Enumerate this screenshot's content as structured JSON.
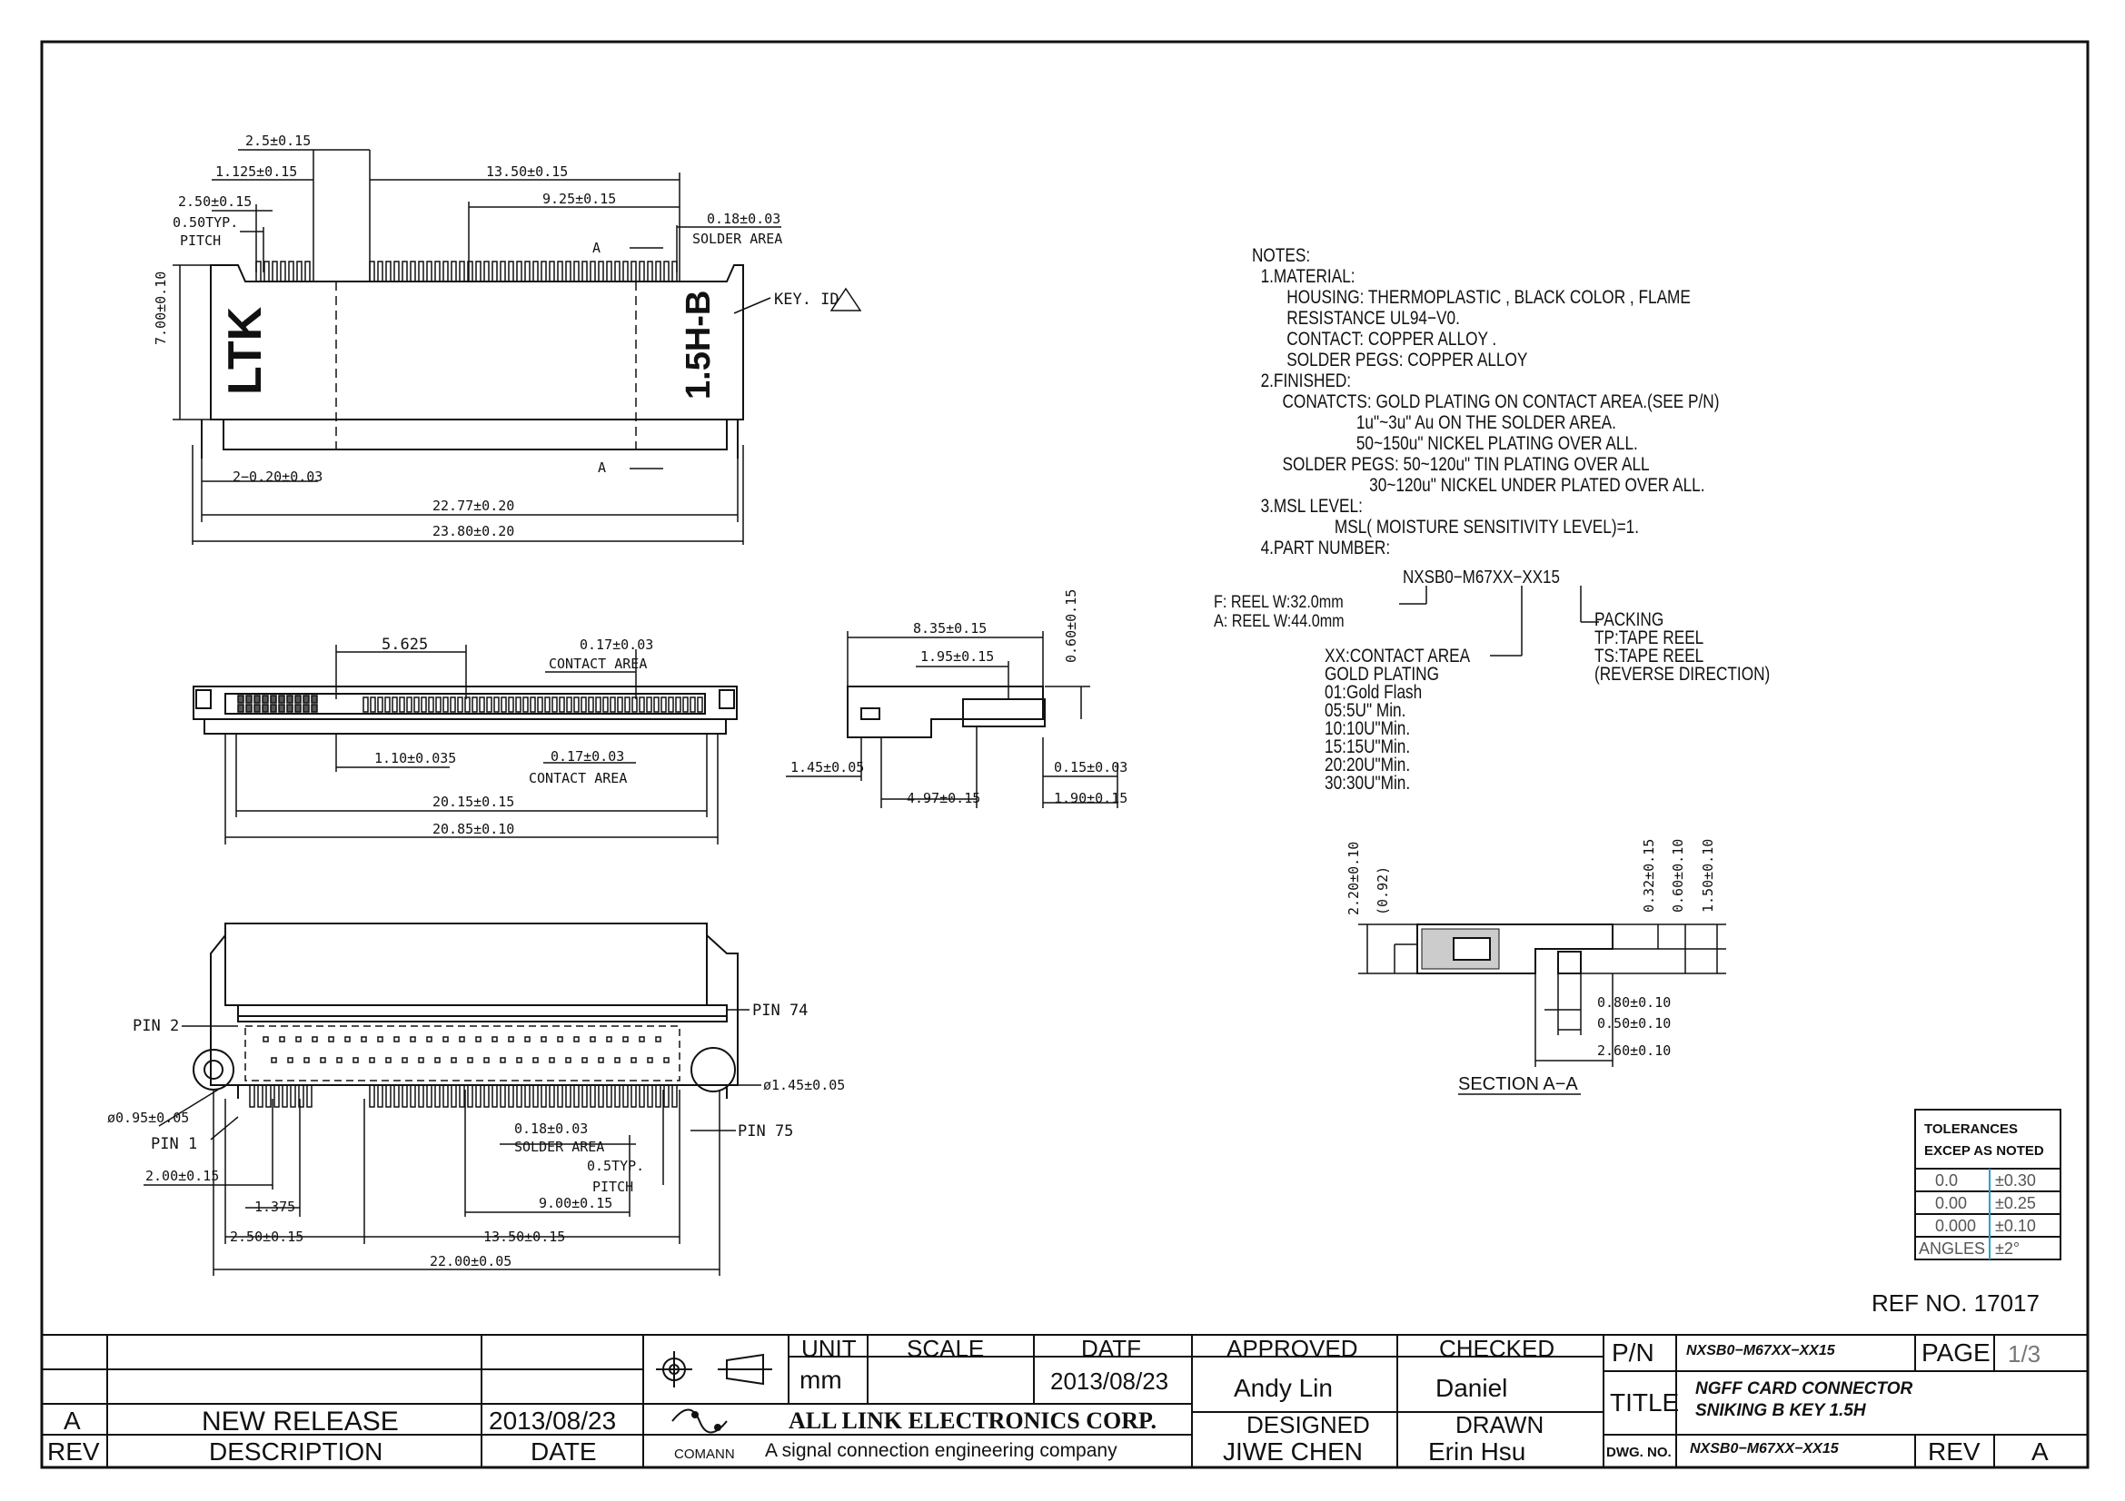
{
  "drawing": {
    "top_view": {
      "dims": [
        "2.5±0.15",
        "1.125±0.15",
        "13.50±0.15",
        "9.25±0.15",
        "2.50±0.15",
        "0.50TYP.",
        "PITCH",
        "0.18±0.03",
        "SOLDER AREA",
        "7.00±0.10",
        "2−0.20±0.03",
        "22.77±0.20",
        "23.80±0.20"
      ],
      "brand": "LTK",
      "code": "1.5H-B",
      "key_label": "KEY. ID",
      "section_marks": [
        "A",
        "A"
      ]
    },
    "side_view": {
      "dims": [
        "5.625",
        "0.17±0.03",
        "CONTACT AREA",
        "1.10±0.035",
        "0.17±0.03",
        "CONTACT AREA",
        "20.15±0.15",
        "20.85±0.10"
      ]
    },
    "end_view": {
      "dims": [
        "8.35±0.15",
        "1.95±0.15",
        "0.60±0.15",
        "1.45±0.05",
        "0.15±0.03",
        "4.97±0.15",
        "1.90±0.15"
      ]
    },
    "bottom_view": {
      "labels": [
        "PIN 2",
        "PIN 74",
        "ø1.45±0.05",
        "ø0.95±0.05",
        "PIN 1",
        "PIN 75"
      ],
      "dims": [
        "0.18±0.03",
        "SOLDER AREA",
        "0.5TYP.",
        "PITCH",
        "2.00±0.15",
        "1.375",
        "9.00±0.15",
        "2.50±0.15",
        "13.50±0.15",
        "22.00±0.05"
      ]
    },
    "section": {
      "dims": [
        "2.20±0.10",
        "(0.92)",
        "0.32±0.15",
        "0.60±0.10",
        "1.50±0.10",
        "0.80±0.10",
        "0.50±0.10",
        "2.60±0.10"
      ],
      "title": "SECTION A−A"
    }
  },
  "notes": {
    "lines": [
      "NOTES:",
      "  1.MATERIAL:",
      "        HOUSING: THERMOPLASTIC , BLACK COLOR , FLAME",
      "        RESISTANCE UL94−V0.",
      "        CONTACT: COPPER ALLOY .",
      "        SOLDER PEGS: COPPER ALLOY",
      "  2.FINISHED:",
      "       CONATCTS: GOLD PLATING ON CONTACT AREA.(SEE P/N)",
      "                        1u\"~3u\" Au ON THE SOLDER AREA.",
      "                        50~150u\" NICKEL PLATING OVER ALL.",
      "       SOLDER PEGS: 50~120u\" TIN PLATING OVER ALL",
      "                           30~120u\" NICKEL UNDER PLATED OVER ALL.",
      "  3.MSL LEVEL:",
      "                   MSL( MOISTURE SENSITIVITY LEVEL)=1.",
      "  4.PART NUMBER:"
    ],
    "part_number": "NXSB0−M67XX−XX15",
    "reel_f": "F: REEL W:32.0mm",
    "reel_a": "A: REEL W:44.0mm",
    "packing": [
      "PACKING",
      "TP:TAPE REEL",
      "TS:TAPE REEL",
      "(REVERSE DIRECTION)"
    ],
    "contact_area": [
      "XX:CONTACT AREA",
      "GOLD PLATING",
      "01:Gold Flash",
      "05:5U\" Min.",
      "10:10U\"Min.",
      "15:15U\"Min.",
      "20:20U\"Min.",
      "30:30U\"Min."
    ]
  },
  "tolerances": {
    "title1": "TOLERANCES",
    "title2": "EXCEP AS NOTED",
    "rows": [
      [
        "0.0",
        "±0.30"
      ],
      [
        "0.00",
        "±0.25"
      ],
      [
        "0.000",
        "±0.10"
      ],
      [
        "ANGLES",
        "±2°"
      ]
    ]
  },
  "ref_no": "REF NO. 17017",
  "title_block": {
    "rev_value": "A",
    "description": "NEW RELEASE",
    "date": "2013/08/23",
    "rev_header": "REV",
    "description_header": "DESCRIPTION",
    "date_header": "DATE",
    "unit_label": "UNIT",
    "unit_value": "mm",
    "scale_label": "SCALE",
    "date_label": "DATF",
    "date_value": "2013/08/23",
    "approved_label": "APPROVED",
    "approved_value": "Andy Lin",
    "checked_label": "CHECKED",
    "checked_value": "Daniel",
    "designed_label": "DESIGNED",
    "designed_value": "JIWE CHEN",
    "drawn_label": "DRAWN",
    "drawn_value": "Erin Hsu",
    "company": "ALL LINK ELECTRONICS CORP.",
    "tagline": "A signal connection engineering company",
    "logo_text": "COMANN",
    "pn_label": "P/N",
    "pn_value": "NXSB0−M67XX−XX15",
    "page_label": "PAGE",
    "page_value": "1/3",
    "title_label": "TITLE",
    "title_line1": "NGFF CARD CONNECTOR",
    "title_line2": "SNIKING B KEY 1.5H",
    "dwg_label": "DWG. NO.",
    "dwg_value": "NXSB0−M67XX−XX15",
    "rev_label": "REV",
    "rev_letter": "A"
  }
}
